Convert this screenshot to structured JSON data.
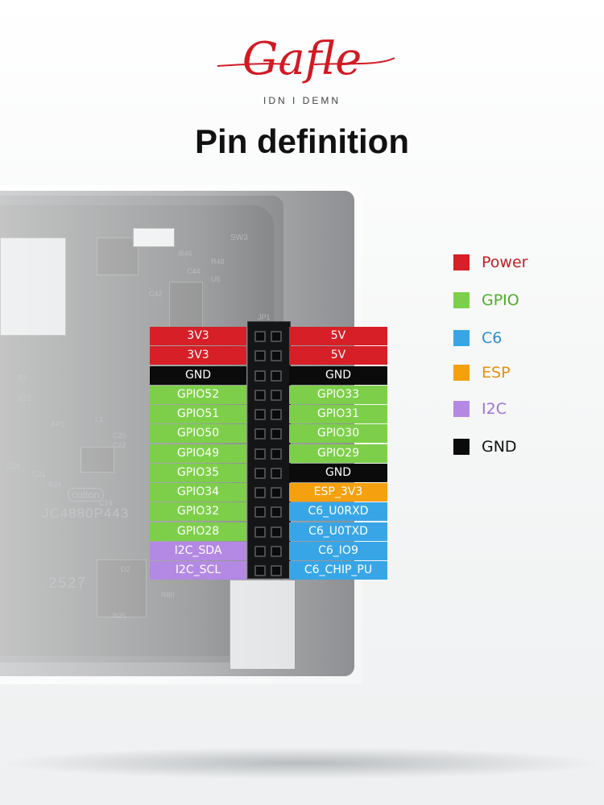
{
  "logo": {
    "name": "Gafle",
    "tagline": "IDN I DEMN",
    "color": "#d21a23"
  },
  "title": "Pin definition",
  "board": {
    "model": "JC4880P443",
    "brand": "cuiton",
    "silk": [
      "SW3",
      "R46",
      "R48",
      "U5",
      "C44",
      "C42",
      "JP1",
      "R2",
      "R22",
      "AP1",
      "L1",
      "C20",
      "C22",
      "C23",
      "C21",
      "R24",
      "R25",
      "R80",
      "D2",
      "C19",
      "2527"
    ]
  },
  "colors": {
    "power": "#d61f26",
    "gpio": "#7dcf4a",
    "c6": "#38a6e6",
    "esp": "#f5a00f",
    "i2c": "#b389e3",
    "gnd": "#0b0b0b"
  },
  "pins": {
    "left": [
      {
        "label": "3V3",
        "type": "power"
      },
      {
        "label": "3V3",
        "type": "power"
      },
      {
        "label": "GND",
        "type": "gnd"
      },
      {
        "label": "GPIO52",
        "type": "gpio"
      },
      {
        "label": "GPIO51",
        "type": "gpio"
      },
      {
        "label": "GPIO50",
        "type": "gpio"
      },
      {
        "label": "GPIO49",
        "type": "gpio"
      },
      {
        "label": "GPIO35",
        "type": "gpio"
      },
      {
        "label": "GPIO34",
        "type": "gpio"
      },
      {
        "label": "GPIO32",
        "type": "gpio"
      },
      {
        "label": "GPIO28",
        "type": "gpio"
      },
      {
        "label": "I2C_SDA",
        "type": "i2c"
      },
      {
        "label": "I2C_SCL",
        "type": "i2c"
      }
    ],
    "right": [
      {
        "label": "5V",
        "type": "power"
      },
      {
        "label": "5V",
        "type": "power"
      },
      {
        "label": "GND",
        "type": "gnd"
      },
      {
        "label": "GPIO33",
        "type": "gpio"
      },
      {
        "label": "GPIO31",
        "type": "gpio"
      },
      {
        "label": "GPIO30",
        "type": "gpio"
      },
      {
        "label": "GPIO29",
        "type": "gpio"
      },
      {
        "label": "GND",
        "type": "gnd"
      },
      {
        "label": "ESP_3V3",
        "type": "esp"
      },
      {
        "label": "C6_U0RXD",
        "type": "c6"
      },
      {
        "label": "C6_U0TXD",
        "type": "c6"
      },
      {
        "label": "C6_IO9",
        "type": "c6"
      },
      {
        "label": "C6_CHIP_PU",
        "type": "c6"
      }
    ]
  },
  "legend": [
    {
      "label": "Power",
      "type": "power",
      "text_color": "#c51d24"
    },
    {
      "label": "GPIO",
      "type": "gpio",
      "text_color": "#4eae2a"
    },
    {
      "label": "C6",
      "type": "c6",
      "text_color": "#2a8fd0"
    },
    {
      "label": "ESP",
      "type": "esp",
      "text_color": "#e8900a"
    },
    {
      "label": "I2C",
      "type": "i2c",
      "text_color": "#9f72d6"
    },
    {
      "label": "GND",
      "type": "gnd",
      "text_color": "#111111"
    }
  ]
}
